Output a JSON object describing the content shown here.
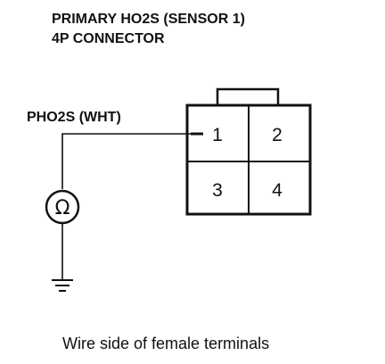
{
  "title": {
    "line1": "PRIMARY HO2S (SENSOR 1)",
    "line2": "4P CONNECTOR"
  },
  "wire": {
    "label": "PHO2S (WHT)"
  },
  "meter": {
    "symbol": "Ω",
    "icon": "ohmmeter-icon"
  },
  "connector": {
    "pins": [
      "1",
      "2",
      "3",
      "4"
    ]
  },
  "ground": {
    "icon": "ground-icon"
  },
  "caption": "Wire side of female terminals"
}
